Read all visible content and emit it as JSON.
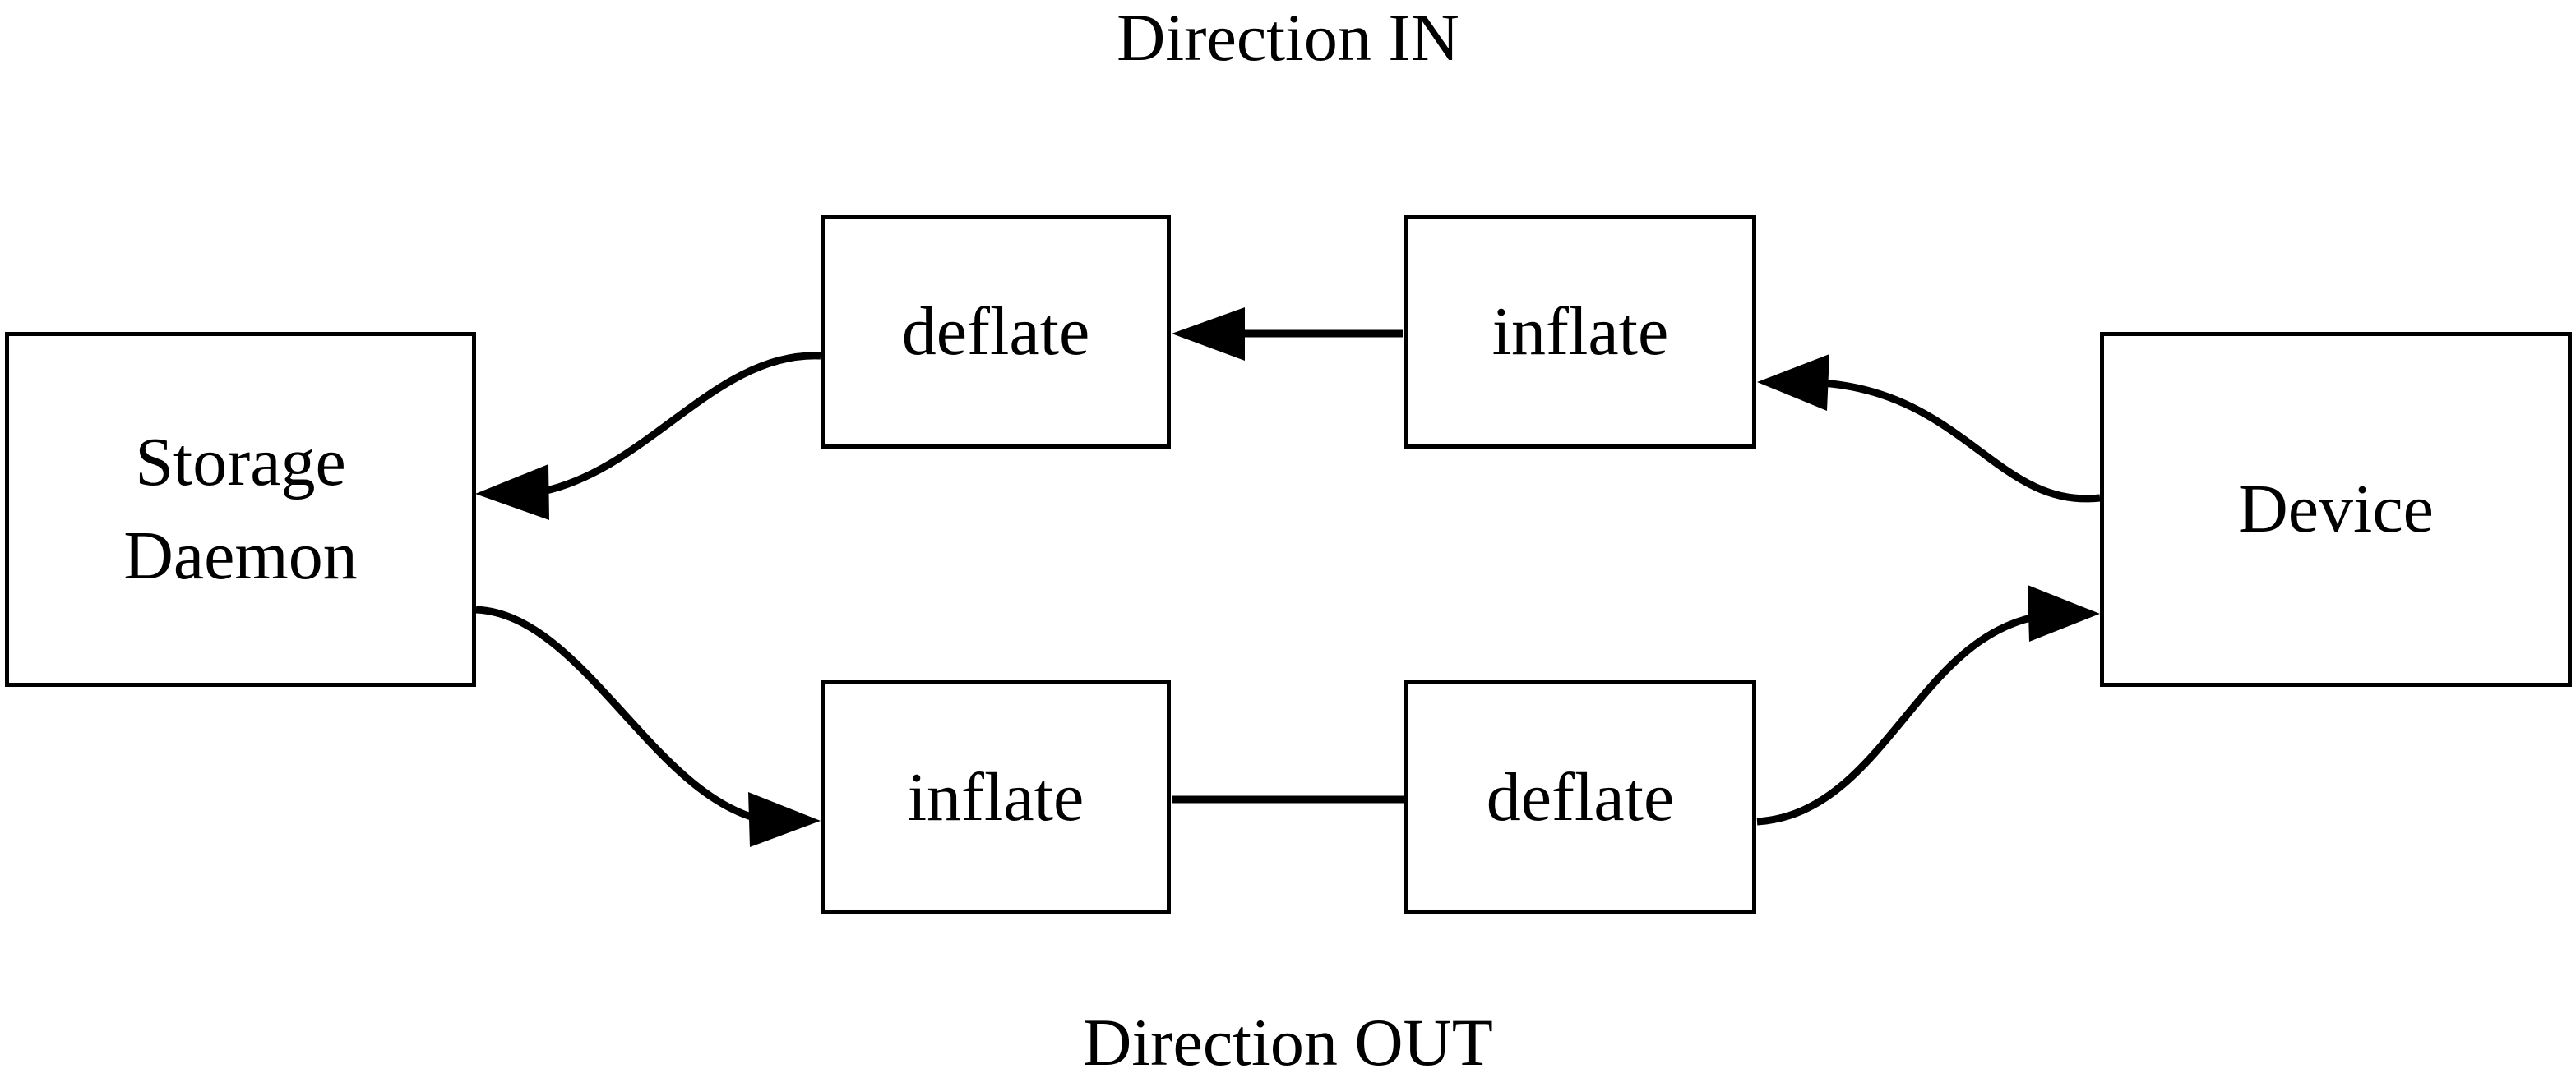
{
  "diagram": {
    "title_top": "Direction IN",
    "title_bottom": "Direction OUT",
    "stroke_color": "#000000",
    "background_color": "#ffffff",
    "nodes": {
      "storage_daemon": {
        "line1": "Storage",
        "line2": "Daemon"
      },
      "deflate_in": {
        "label": "deflate"
      },
      "inflate_in": {
        "label": "inflate"
      },
      "device": {
        "label": "Device"
      },
      "inflate_out": {
        "label": "inflate"
      },
      "deflate_out": {
        "label": "deflate"
      }
    },
    "edges": [
      {
        "from": "device",
        "to": "inflate_in",
        "style": "curved",
        "direction": "left",
        "row": "in"
      },
      {
        "from": "inflate_in",
        "to": "deflate_in",
        "style": "straight",
        "direction": "left",
        "row": "in"
      },
      {
        "from": "deflate_in",
        "to": "storage_daemon",
        "style": "curved",
        "direction": "left",
        "row": "in"
      },
      {
        "from": "storage_daemon",
        "to": "inflate_out",
        "style": "curved",
        "direction": "right",
        "row": "out"
      },
      {
        "from": "inflate_out",
        "to": "deflate_out",
        "style": "straight",
        "direction": "right",
        "row": "out"
      },
      {
        "from": "deflate_out",
        "to": "device",
        "style": "curved",
        "direction": "right",
        "row": "out"
      }
    ]
  }
}
